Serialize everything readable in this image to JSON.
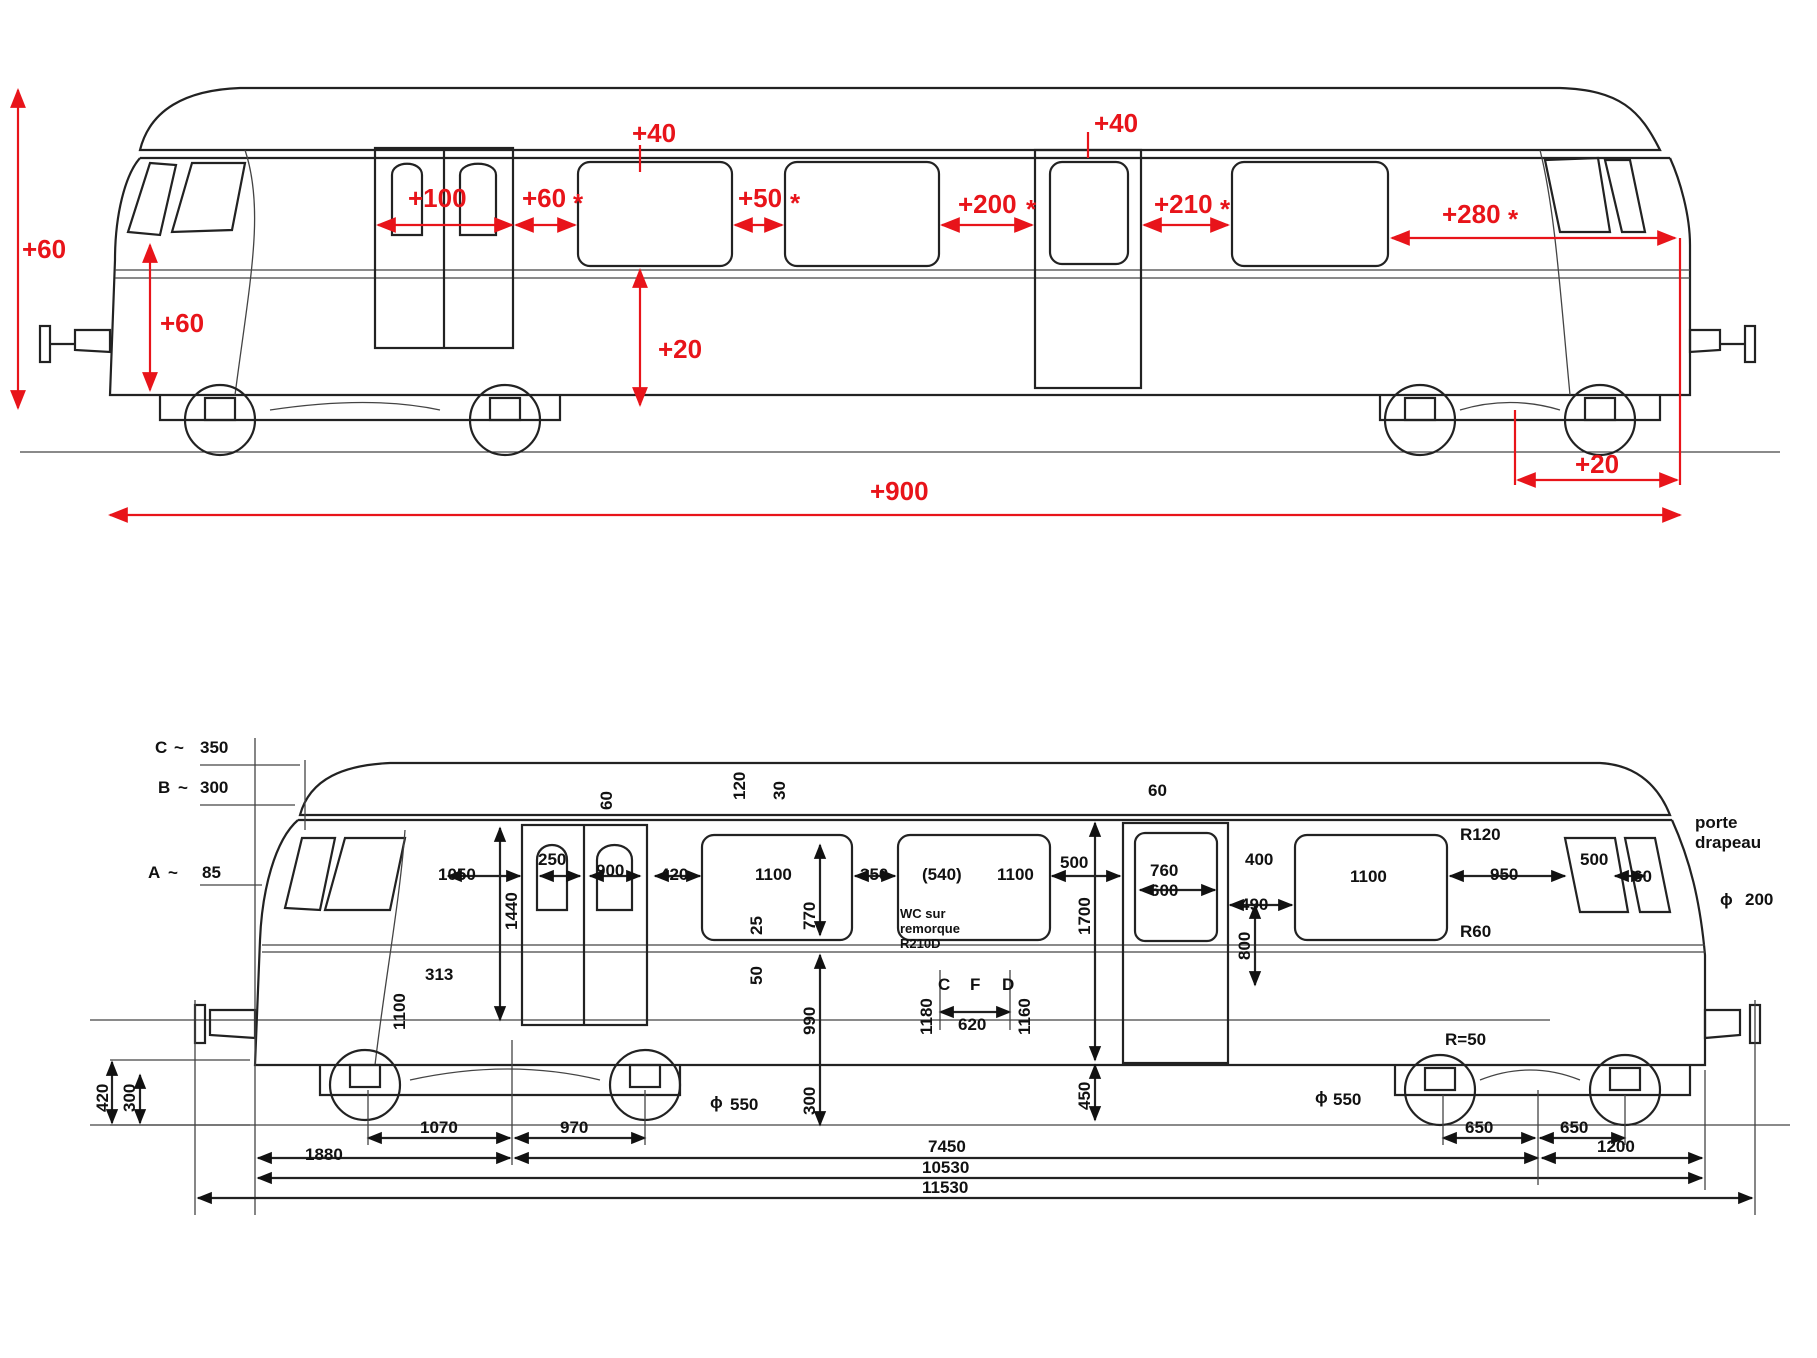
{
  "top_view": {
    "labels": {
      "left_height_total": "+60",
      "left_height_side": "+60",
      "door_width": "+100",
      "gap_door_window1": "+60",
      "window_top": "+40",
      "gap_window1_window2": "+50",
      "window_bottom": "+20",
      "gap_window2_door2": "+200",
      "door2_top": "+40",
      "gap_door2_window3": "+210",
      "gap_window3_end": "+280",
      "rear_overhang": "+20",
      "total_length": "+900"
    },
    "asterisk": "*"
  },
  "bottom_view": {
    "labels": {
      "C": "C",
      "C_value": "350",
      "B": "B",
      "B_value": "300",
      "A": "A",
      "A_value": "85",
      "tilde": "~",
      "front_window_to_door": "1050",
      "door_win_width": "250",
      "door_width": "900",
      "door_height": "1440",
      "gap1": "420",
      "window1": "1100",
      "gap2": "350",
      "wc_window": "(540)",
      "window2": "1100",
      "gap3": "500",
      "door2_top": "60",
      "door2_window": "760",
      "door2_width": "600",
      "door2_height": "1700",
      "window_top_offset": "400",
      "gap4": "490",
      "window3": "1100",
      "gap5": "950",
      "rear_window": "500",
      "rear_window2": "60",
      "radius_top": "R120",
      "radius_bottom": "R60",
      "flag_holder_line1": "porte",
      "flag_holder_line2": "drapeau",
      "lamp_diameter": "200",
      "roof_top": "120",
      "roof_gap": "30",
      "door1_top": "60",
      "window_inset": "25",
      "window_height": "770",
      "belt": "50",
      "body_height": "990",
      "floor": "300",
      "wc_line1": "WC sur",
      "wc_line2": "remorque",
      "wc_line3": "R210D",
      "c_label": "C",
      "f_label": "F",
      "d_label": "D",
      "cfd_width": "620",
      "cfd_left_height": "1180",
      "cfd_right_height": "1160",
      "small_dim": "313",
      "buffer_height": "1100",
      "door2_panel": "800",
      "door2_step": "450",
      "radius_skirt": "R=50",
      "wheel_left": "550",
      "wheel_right": "550",
      "buffer_axis": "420",
      "buffer_axis2": "300",
      "front_to_axle": "1880",
      "axle_spacing_left_a": "1070",
      "axle_spacing_left_b": "970",
      "bogie_centers": "7450",
      "axle_spacing_right_a": "650",
      "axle_spacing_right_b": "650",
      "rear_overhang": "1200",
      "body_length": "10530",
      "total_length": "11530"
    },
    "phi": "ϕ"
  }
}
